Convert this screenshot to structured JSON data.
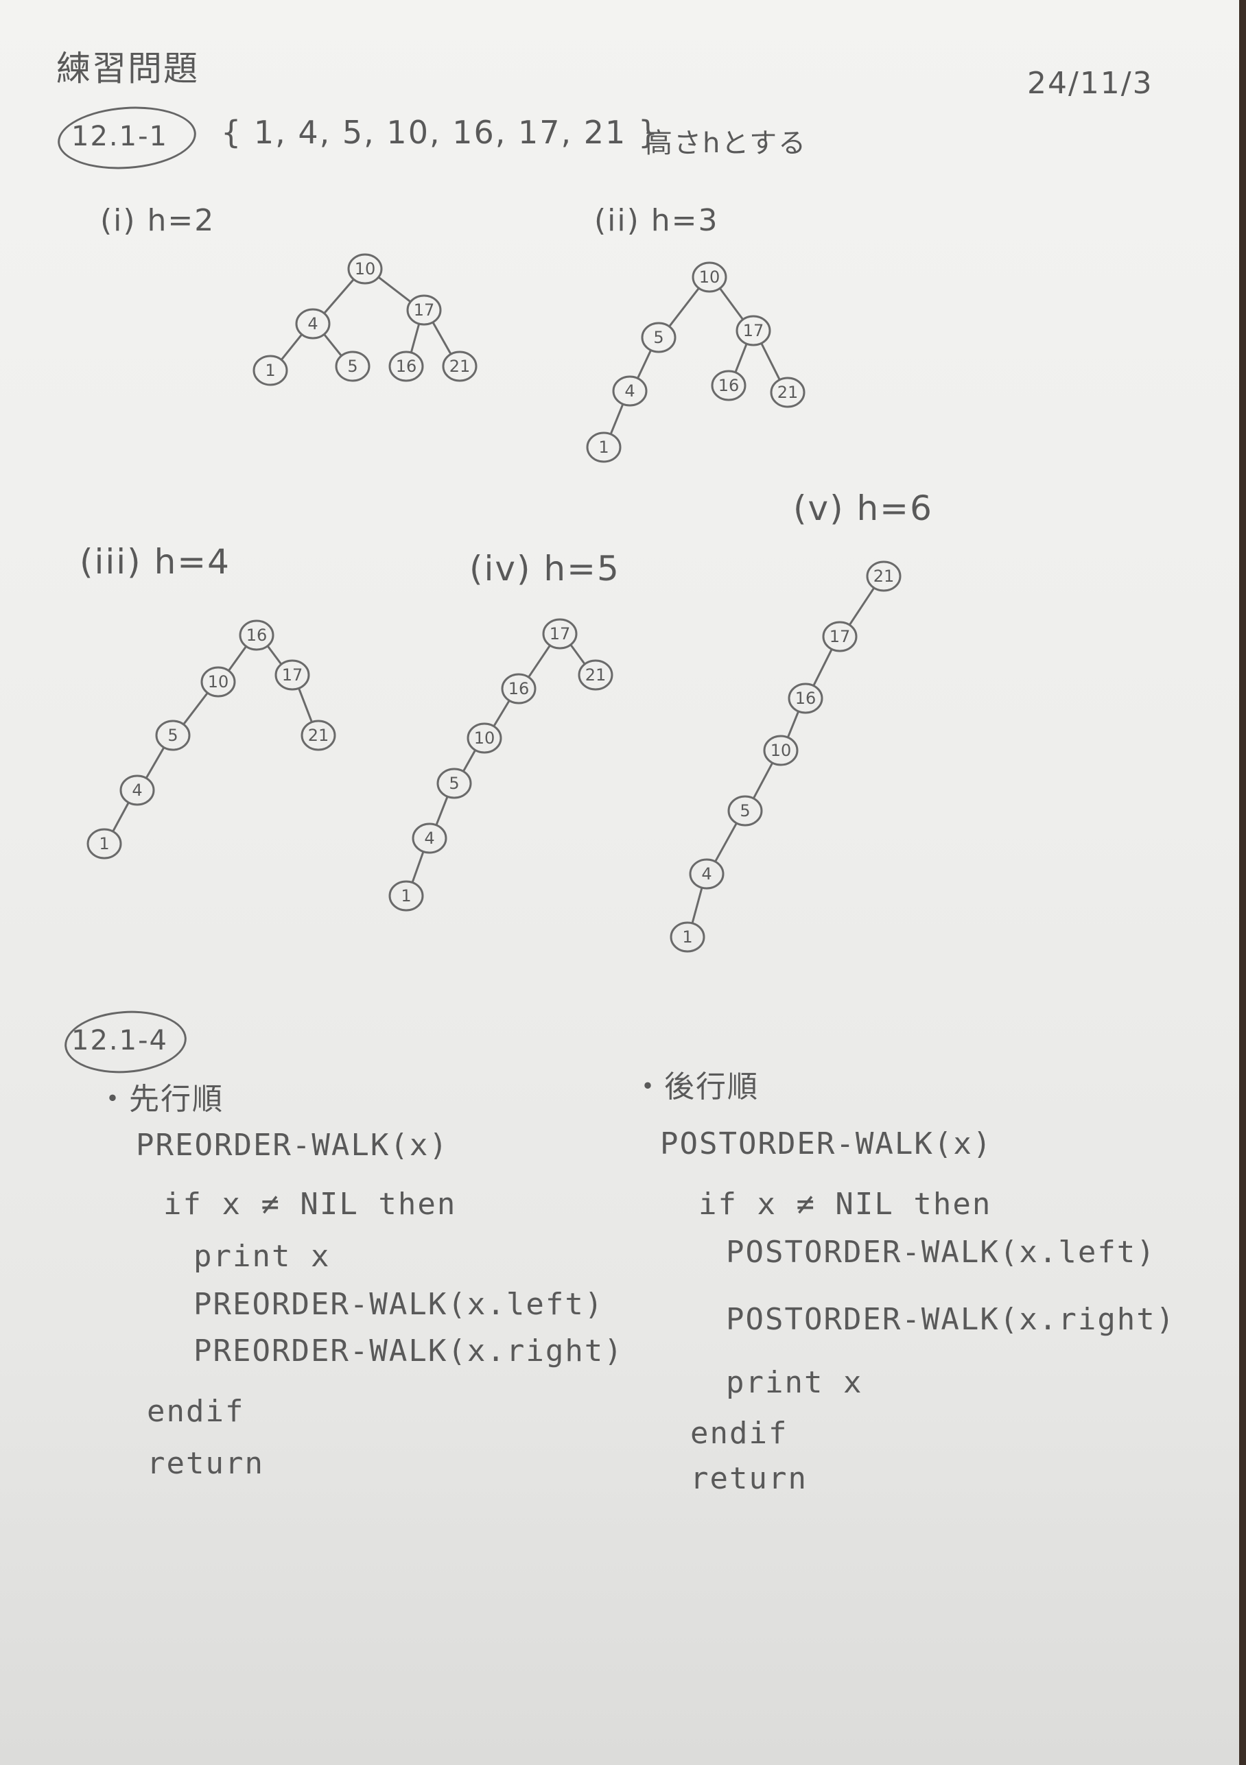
{
  "header": {
    "title": "練習問題",
    "date": "24/11/3"
  },
  "problem1": {
    "label": "12.1-1",
    "set": "{ 1, 4, 5, 10, 16, 17, 21 }",
    "note": "高さhとする",
    "trees": [
      {
        "label": "(i) h=2",
        "nodes": [
          "10",
          "4",
          "17",
          "1",
          "5",
          "16",
          "21"
        ],
        "edges": [
          [
            "10",
            "4"
          ],
          [
            "10",
            "17"
          ],
          [
            "4",
            "1"
          ],
          [
            "4",
            "5"
          ],
          [
            "17",
            "16"
          ],
          [
            "17",
            "21"
          ]
        ]
      },
      {
        "label": "(ii) h=3",
        "nodes": [
          "10",
          "5",
          "17",
          "4",
          "16",
          "21",
          "1"
        ],
        "edges": [
          [
            "10",
            "5"
          ],
          [
            "10",
            "17"
          ],
          [
            "5",
            "4"
          ],
          [
            "4",
            "1"
          ],
          [
            "17",
            "16"
          ],
          [
            "17",
            "21"
          ]
        ]
      },
      {
        "label": "(iii) h=4",
        "nodes": [
          "16",
          "10",
          "17",
          "5",
          "21",
          "4",
          "1"
        ],
        "edges": [
          [
            "16",
            "10"
          ],
          [
            "16",
            "17"
          ],
          [
            "10",
            "5"
          ],
          [
            "5",
            "4"
          ],
          [
            "4",
            "1"
          ],
          [
            "17",
            "21"
          ]
        ]
      },
      {
        "label": "(iv) h=5",
        "nodes": [
          "17",
          "16",
          "21",
          "10",
          "5",
          "4",
          "1"
        ],
        "edges": [
          [
            "17",
            "16"
          ],
          [
            "17",
            "21"
          ],
          [
            "16",
            "10"
          ],
          [
            "10",
            "5"
          ],
          [
            "5",
            "4"
          ],
          [
            "4",
            "1"
          ]
        ]
      },
      {
        "label": "(v) h=6",
        "nodes": [
          "21",
          "17",
          "16",
          "10",
          "5",
          "4",
          "1"
        ],
        "edges": [
          [
            "21",
            "17"
          ],
          [
            "17",
            "16"
          ],
          [
            "16",
            "10"
          ],
          [
            "10",
            "5"
          ],
          [
            "5",
            "4"
          ],
          [
            "4",
            "1"
          ]
        ]
      }
    ]
  },
  "problem2": {
    "label": "12.1-4",
    "preorder": {
      "heading": "・先行順",
      "lines": [
        "PREORDER-WALK(x)",
        "if x ≠ NIL then",
        "print x",
        "PREORDER-WALK(x.left)",
        "PREORDER-WALK(x.right)",
        "endif",
        "return"
      ]
    },
    "postorder": {
      "heading": "・後行順",
      "lines": [
        "POSTORDER-WALK(x)",
        "if x ≠ NIL then",
        "POSTORDER-WALK(x.left)",
        "POSTORDER-WALK(x.right)",
        "print x",
        "endif",
        "return"
      ]
    }
  }
}
